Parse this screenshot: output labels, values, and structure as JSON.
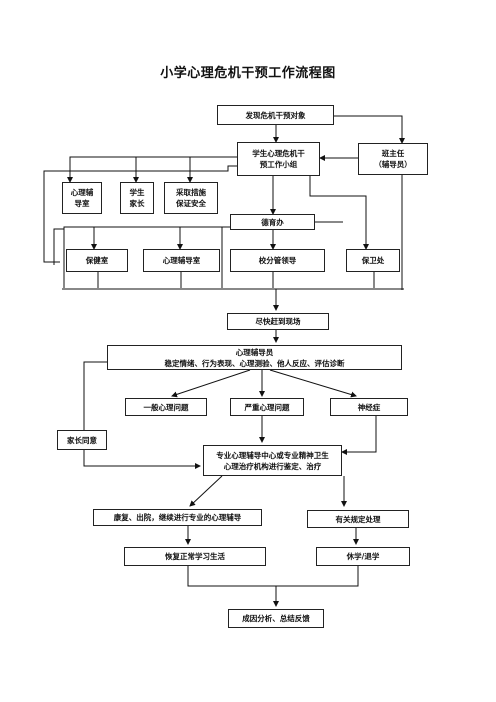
{
  "title": "小学心理危机干预工作流程图",
  "nodes": {
    "discover": "发现危机干预对象",
    "team_line1": "学生心理危机干",
    "team_line2": "预工作小组",
    "head_teacher_line1": "班主任",
    "head_teacher_line2": "（辅导员）",
    "counsel_room_small_line1": "心理辅",
    "counsel_room_small_line2": "导室",
    "parents_line1": "学生",
    "parents_line2": "家长",
    "measures_line1": "采取措施",
    "measures_line2": "保证安全",
    "moral_office": "德育办",
    "clinic": "保健室",
    "counsel_room": "心理辅导室",
    "principal": "校分管领导",
    "security": "保卫处",
    "rush_scene": "尽快赶到现场",
    "counselor_title": "心理辅导员",
    "counselor_desc": "稳定情绪、行为表现、心理测验、他人反应、评估诊断",
    "general_issue": "一般心理问题",
    "severe_issue": "严重心理问题",
    "neurosis": "神经症",
    "parent_consent": "家长同意",
    "professional_line1": "专业心理辅导中心或专业精神卫生",
    "professional_line2": "心理治疗机构进行鉴定、治疗",
    "recover_continue": "康复、出院，继续进行专业的心理辅导",
    "regulation": "有关规定处理",
    "resume_study": "恢复正常学习生活",
    "suspend": "休学/退学",
    "analysis": "成因分析、总结反馈"
  }
}
